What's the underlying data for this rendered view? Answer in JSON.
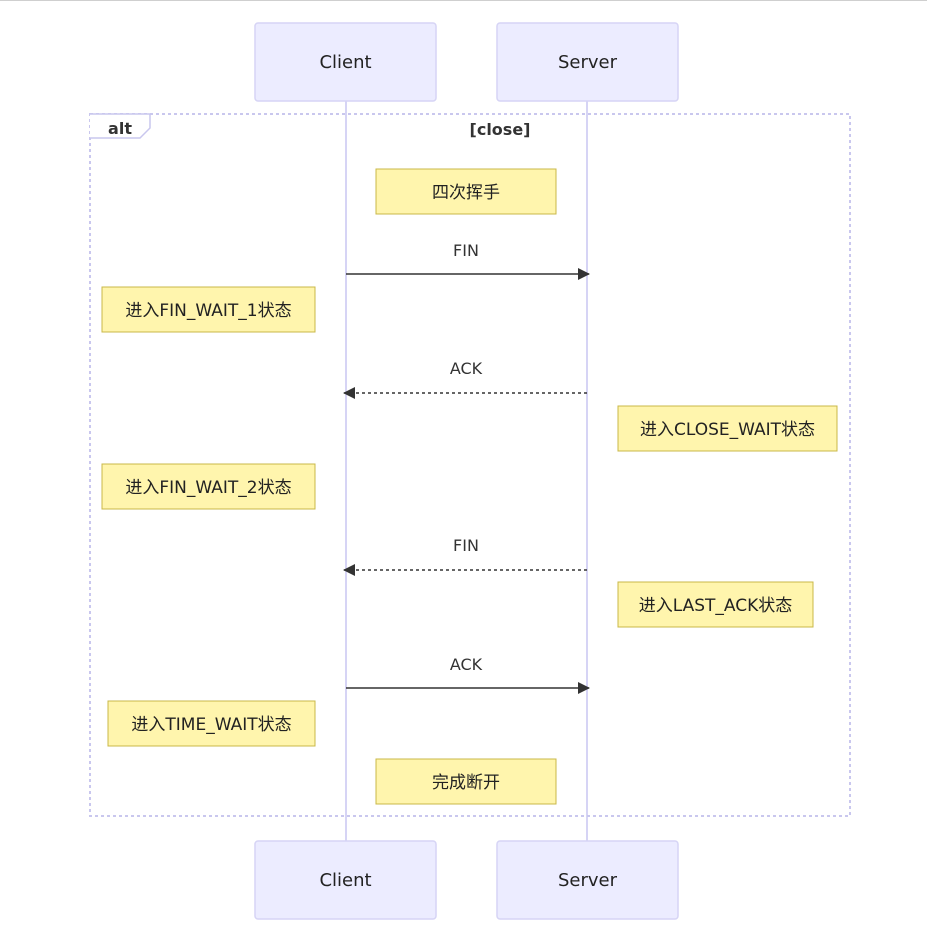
{
  "actors": {
    "client": "Client",
    "server": "Server"
  },
  "alt_block": {
    "keyword": "alt",
    "condition": "[close]"
  },
  "notes": {
    "handshake": "四次挥手",
    "fin_wait_1": "进入FIN_WAIT_1状态",
    "close_wait": "进入CLOSE_WAIT状态",
    "fin_wait_2": "进入FIN_WAIT_2状态",
    "last_ack": "进入LAST_ACK状态",
    "time_wait": "进入TIME_WAIT状态",
    "done": "完成断开"
  },
  "messages": {
    "fin_1": "FIN",
    "ack_1": "ACK",
    "fin_2": "FIN",
    "ack_2": "ACK"
  },
  "colors": {
    "actor_fill": "#ECECFF",
    "actor_stroke": "#D6D4F5",
    "lifeline": "#D6D4F5",
    "note_fill": "#FFF5AD",
    "note_stroke": "#C9B848",
    "arrow": "#333333",
    "alt_border": "#C9C7EE"
  }
}
